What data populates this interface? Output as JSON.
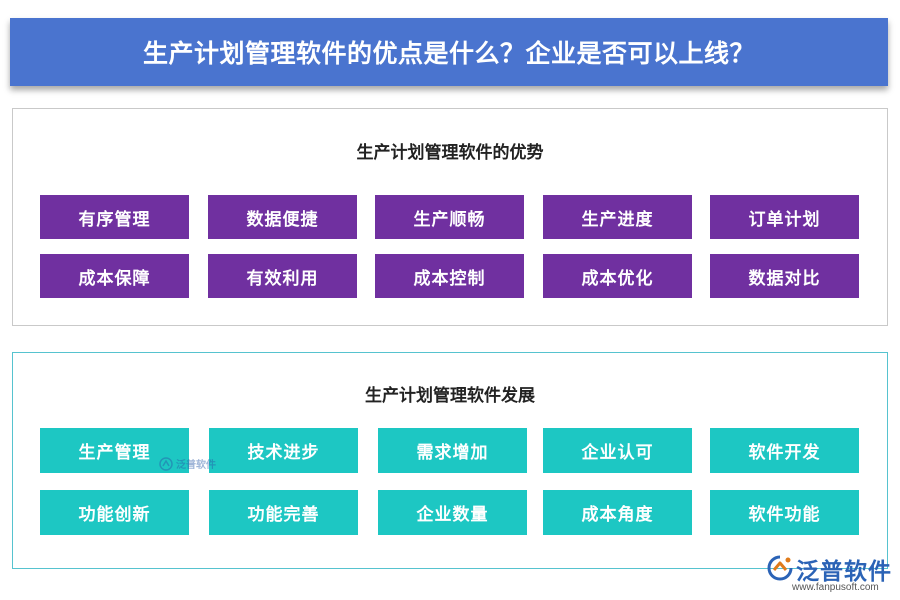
{
  "header": {
    "title": "生产计划管理软件的优点是什么？企业是否可以上线？"
  },
  "advantages": {
    "title": "生产计划管理软件的优势",
    "items": [
      "有序管理",
      "数据便捷",
      "生产顺畅",
      "生产进度",
      "订单计划",
      "成本保障",
      "有效利用",
      "成本控制",
      "成本优化",
      "数据对比"
    ]
  },
  "development": {
    "title": "生产计划管理软件发展",
    "items": [
      "生产管理",
      "技术进步",
      "需求增加",
      "企业认可",
      "软件开发",
      "功能创新",
      "功能完善",
      "企业数量",
      "成本角度",
      "软件功能"
    ]
  },
  "watermark": {
    "text": "泛普软件"
  },
  "logo": {
    "name": "泛普软件",
    "url": "www.fanpusoft.com"
  },
  "colors": {
    "banner": "#4a74cf",
    "purple_chip": "#7030a0",
    "teal_chip": "#1dc7c3",
    "logo_blue": "#2b63b6"
  }
}
